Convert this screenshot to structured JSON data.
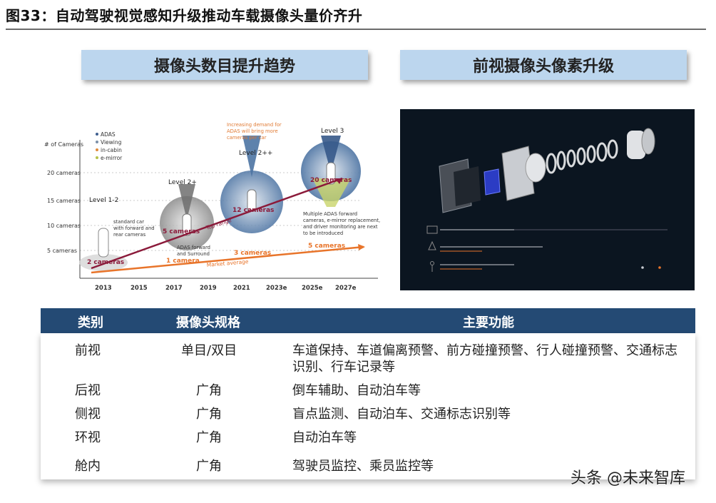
{
  "figure_title": "图33：自动驾驶视觉感知升级推动车载摄像头量价齐升",
  "left_banner": "摄像头数目提升趋势",
  "right_banner": "前视摄像头像素升级",
  "chart": {
    "y_axis_title": "# of Cameras",
    "y_ticks": [
      "20 cameras",
      "15 cameras",
      "10 cameras",
      "5 cameras"
    ],
    "x_ticks": [
      "2013",
      "2015",
      "2017",
      "2019",
      "2021",
      "2023e",
      "2025e",
      "2027e"
    ],
    "legend": [
      "ADAS",
      "Viewing",
      "in-cabin",
      "e-mirror"
    ],
    "levels": [
      "Level 1-2",
      "Level 2+",
      "Level 2++",
      "Level 3"
    ],
    "top_note": [
      "Increasing demand for",
      "ADAS will bring more",
      "cameras per car"
    ],
    "car_note": [
      "standard car",
      "with forward and",
      "rear cameras"
    ],
    "adas_note": [
      "ADAS forward",
      "and Surround"
    ],
    "multi_note": [
      "Multiple ADAS forward",
      "cameras, e-mirror replacement,",
      "and driver monitoring are next",
      "to be introduced"
    ],
    "counts_top": [
      "2 cameras",
      "5 cameras",
      "12 cameras",
      "20 cameras"
    ],
    "counts_market": [
      "1 camera",
      "3 cameras",
      "5 cameras"
    ],
    "top_range": "Top range",
    "market_average": "Market average"
  },
  "table": {
    "headers": [
      "类别",
      "摄像头规格",
      "主要功能"
    ],
    "rows": [
      {
        "category": "前视",
        "spec": "单目/双目",
        "func1": "车道保持、车道偏离预警、前方碰撞预警、行人碰撞预警、交通标志",
        "func2": "识别、行车记录等"
      },
      {
        "category": "后视",
        "spec": "广角",
        "func1": "倒车辅助、自动泊车等",
        "func2": ""
      },
      {
        "category": "侧视",
        "spec": "广角",
        "func1": "盲点监测、自动泊车、交通标志识别等",
        "func2": ""
      },
      {
        "category": "环视",
        "spec": "广角",
        "func1": "自动泊车等",
        "func2": ""
      },
      {
        "category": "舱内",
        "spec": "广角",
        "func1": "驾驶员监控、乘员监控等",
        "func2": ""
      }
    ]
  },
  "watermark": "头条 @未来智库",
  "colors": {
    "header_bg": "#244a74",
    "banner_bg": "#bcd6ee",
    "top_range": "#8b1a3a",
    "market": "#e8742a"
  }
}
